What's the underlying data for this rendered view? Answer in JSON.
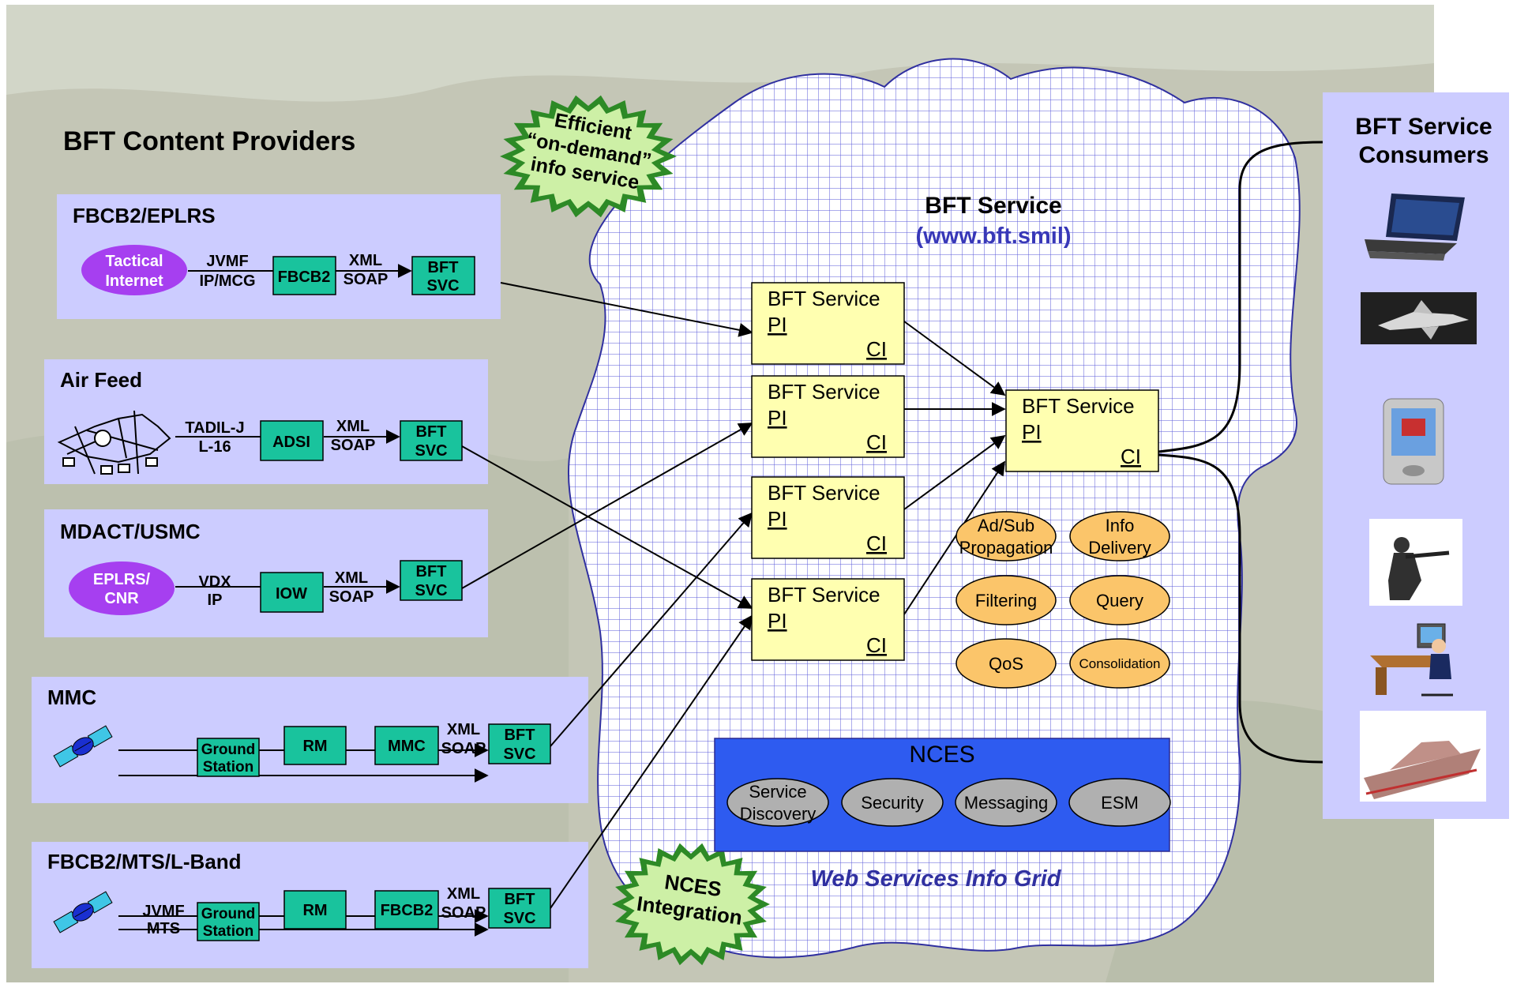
{
  "title": "BFT Content Providers",
  "starbursts": {
    "top": [
      "Efficient",
      "“on-demand”",
      "info service"
    ],
    "bottom": [
      "NCES",
      "Integration"
    ]
  },
  "service": {
    "title": "BFT Service",
    "url": "(www.bft.smil)",
    "grid_label": "Web Services Info Grid"
  },
  "service_box": {
    "title": "BFT Service",
    "pi": "PI",
    "ci": "CI"
  },
  "capabilities": [
    "Ad/Sub Propagation",
    "Info Delivery",
    "Filtering",
    "Query",
    "QoS",
    "Consolidation"
  ],
  "nces": {
    "title": "NCES",
    "items": [
      "Service Discovery",
      "Security",
      "Messaging",
      "ESM"
    ]
  },
  "consumers": {
    "title_line1": "BFT Service",
    "title_line2": "Consumers",
    "icons": [
      "laptop-icon",
      "aircraft-icon",
      "pda-icon",
      "soldier-icon",
      "workstation-icon",
      "ship-icon"
    ]
  },
  "providers": [
    {
      "name": "FBCB2/EPLRS",
      "source": "Tactical Internet",
      "link": "JVMF IP/MCG",
      "steps": [
        "FBCB2"
      ],
      "protocol": "XML SOAP",
      "svc": "BFT SVC"
    },
    {
      "name": "Air Feed",
      "source_icon": "network-icon",
      "link": "TADIL-J L-16",
      "steps": [
        "ADSI"
      ],
      "protocol": "XML SOAP",
      "svc": "BFT SVC"
    },
    {
      "name": "MDACT/USMC",
      "source": "EPLRS/ CNR",
      "link": "VDX IP",
      "steps": [
        "IOW"
      ],
      "protocol": "XML SOAP",
      "svc": "BFT SVC"
    },
    {
      "name": "MMC",
      "source_icon": "satellite-icon",
      "link": "",
      "steps": [
        "Ground Station",
        "RM",
        "MMC"
      ],
      "protocol": "XML SOAP",
      "svc": "BFT SVC"
    },
    {
      "name": "FBCB2/MTS/L-Band",
      "source_icon": "satellite-icon",
      "link": "JVMF MTS",
      "steps": [
        "Ground Station",
        "RM",
        "FBCB2"
      ],
      "protocol": "XML SOAP",
      "svc": "BFT SVC"
    }
  ],
  "colors": {
    "panel": "#ccccff",
    "green_box": "#19c39d",
    "yellow_box": "#ffffb0",
    "orange_oval": "#fbc56a",
    "nces_blue": "#2e5bf0",
    "purple_oval": "#a63ff0",
    "burst_green": "#2d8a26",
    "grid_line": "#4040d0",
    "link_blue": "#3030a0"
  }
}
